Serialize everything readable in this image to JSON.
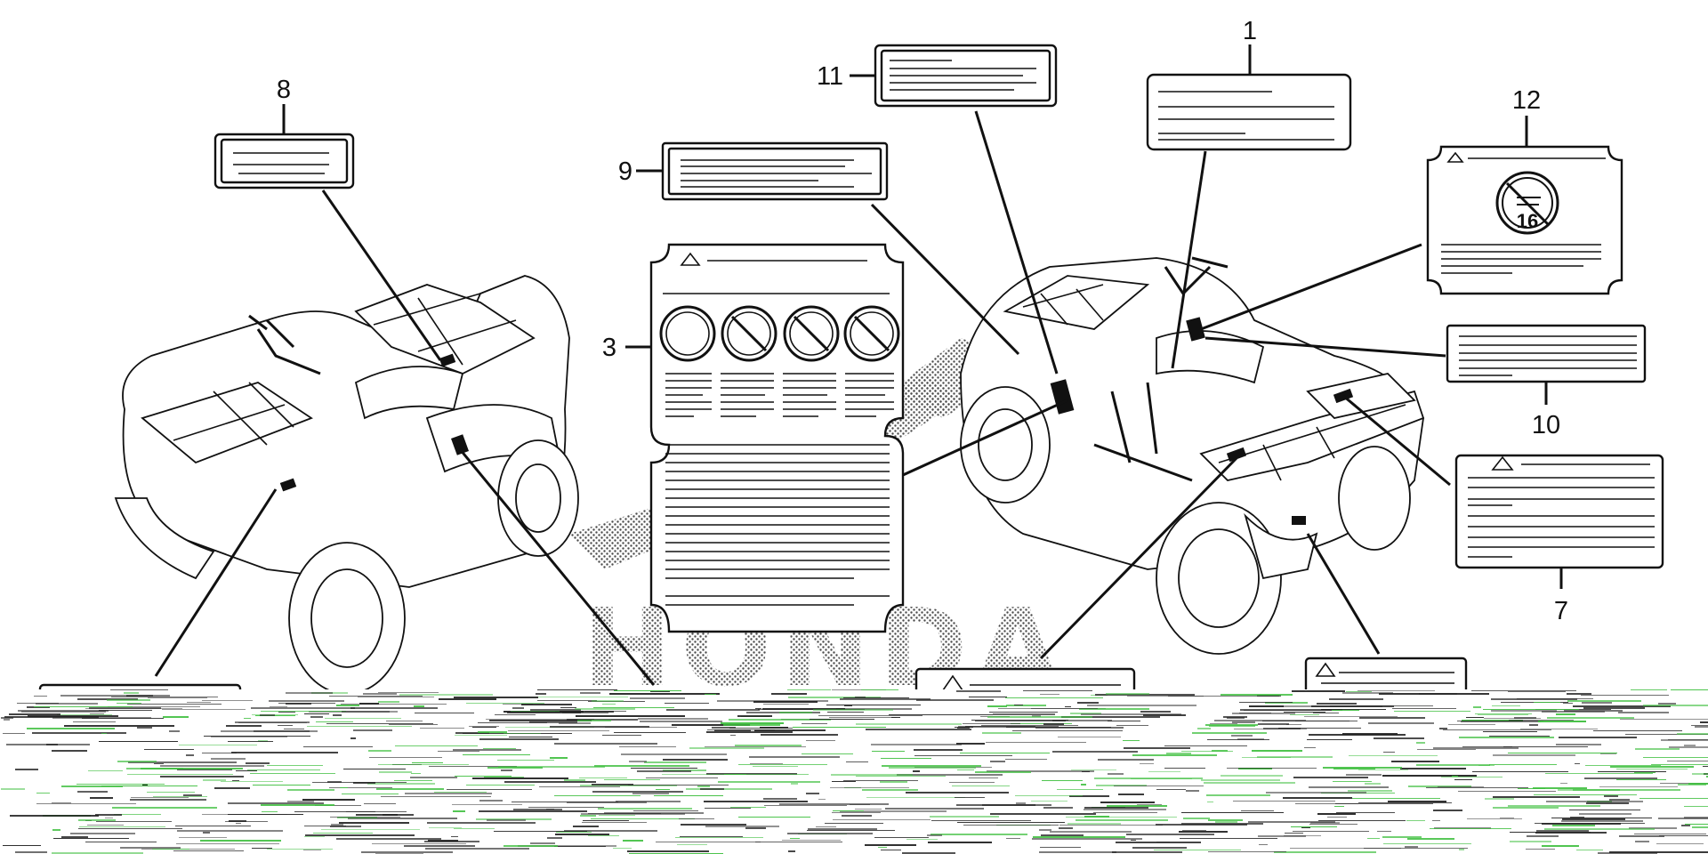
{
  "diagram": {
    "callouts": {
      "c1": "1",
      "c3": "3",
      "c7": "7",
      "c8": "8",
      "c9": "9",
      "c10": "10",
      "c11": "11",
      "c12": "12"
    },
    "age_badge": "16",
    "watermark": "HONDA"
  },
  "colors": {
    "ink": "#111111",
    "background": "#ffffff",
    "glitch_green": "#3fbf3f"
  },
  "icons": [
    "warning-triangle-icon",
    "prohibition-icon",
    "circle-icon"
  ]
}
